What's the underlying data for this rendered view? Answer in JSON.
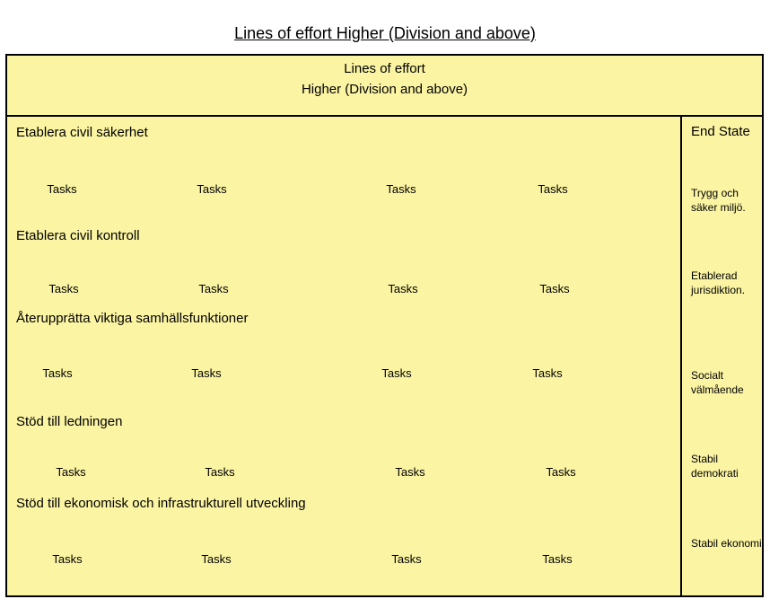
{
  "page_title": "Lines of effort Higher (Division and above)",
  "header": {
    "line1": "Lines of effort",
    "line2": "Higher (Division and above)"
  },
  "end_state_label": "End State",
  "lanes": [
    {
      "title": "Etablera civil säkerhet",
      "end_state": "Trygg och säker miljö.",
      "tasks": [
        "Tasks",
        "Tasks",
        "Tasks",
        "Tasks"
      ]
    },
    {
      "title": "Etablera civil kontroll",
      "end_state": "Etablerad jurisdiktion.",
      "tasks": [
        "Tasks",
        "Tasks",
        "Tasks",
        "Tasks"
      ]
    },
    {
      "title": "Återupprätta viktiga samhällsfunktioner",
      "end_state": "Socialt välmående",
      "tasks": [
        "Tasks",
        "Tasks",
        "Tasks",
        "Tasks"
      ]
    },
    {
      "title": "Stöd till ledningen",
      "end_state": "Stabil demokrati",
      "tasks": [
        "Tasks",
        "Tasks",
        "Tasks",
        "Tasks"
      ]
    },
    {
      "title": "Stöd till ekonomisk och infrastrukturell utveckling",
      "end_state": "Stabil ekonomi",
      "tasks": [
        "Tasks",
        "Tasks",
        "Tasks",
        "Tasks"
      ]
    }
  ],
  "colors": {
    "background": "#fbf4a3",
    "node_fill": "#c4e0e8",
    "line": "#000000"
  }
}
